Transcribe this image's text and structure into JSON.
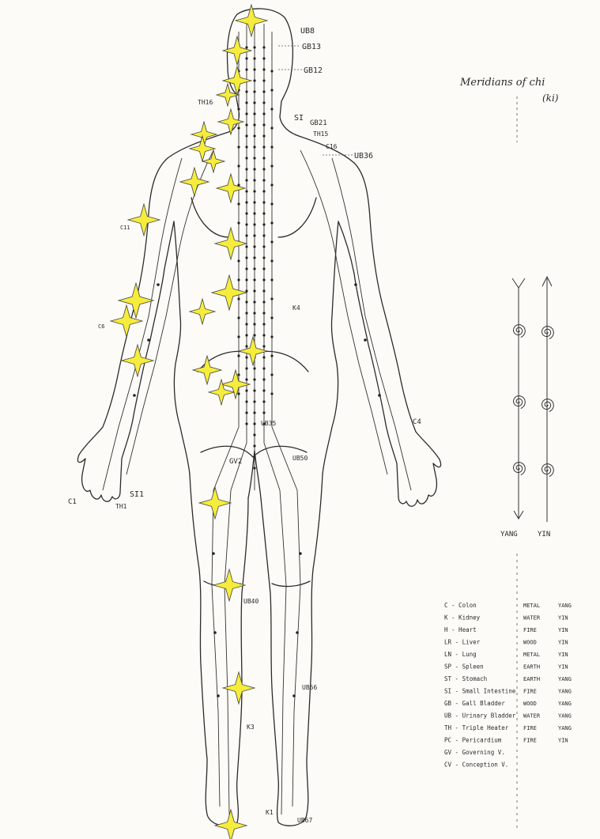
{
  "title": {
    "line1": "Meridians of chi",
    "line2": "(ki)"
  },
  "point_labels": {
    "ub8": "UB8",
    "gb13": "GB13",
    "gb12": "GB12",
    "th16": "TH16",
    "si": "SI",
    "gb21": "GB21",
    "th15": "TH15",
    "c16": "C16",
    "ub36": "UB36",
    "c11": "C11",
    "c6": "C6",
    "k4": "K4",
    "gv2": "GV2",
    "ub35": "UB35",
    "ub50": "UB50",
    "c4": "C4",
    "c1": "C1",
    "th1": "TH1",
    "si1": "SI1",
    "ub40": "UB40",
    "ub56": "UB56",
    "k3": "K3",
    "k1": "K1",
    "ub67": "UB67"
  },
  "flow": {
    "yang": "YANG",
    "yin": "YIN"
  },
  "legend": [
    {
      "abbr": "C",
      "name": "Colon",
      "element": "METAL",
      "polarity": "YANG"
    },
    {
      "abbr": "K",
      "name": "Kidney",
      "element": "WATER",
      "polarity": "YIN"
    },
    {
      "abbr": "H",
      "name": "Heart",
      "element": "FIRE",
      "polarity": "YIN"
    },
    {
      "abbr": "LR",
      "name": "Liver",
      "element": "WOOD",
      "polarity": "YIN"
    },
    {
      "abbr": "LN",
      "name": "Lung",
      "element": "METAL",
      "polarity": "YIN"
    },
    {
      "abbr": "SP",
      "name": "Spleen",
      "element": "EARTH",
      "polarity": "YIN"
    },
    {
      "abbr": "ST",
      "name": "Stomach",
      "element": "EARTH",
      "polarity": "YANG"
    },
    {
      "abbr": "SI",
      "name": "Small Intestine",
      "element": "FIRE",
      "polarity": "YANG"
    },
    {
      "abbr": "GB",
      "name": "Gall Bladder",
      "element": "WOOD",
      "polarity": "YANG"
    },
    {
      "abbr": "UB",
      "name": "Urinary Bladder",
      "element": "WATER",
      "polarity": "YANG"
    },
    {
      "abbr": "TH",
      "name": "Triple Heater",
      "element": "FIRE",
      "polarity": "YANG"
    },
    {
      "abbr": "PC",
      "name": "Pericardium",
      "element": "FIRE",
      "polarity": "YIN"
    },
    {
      "abbr": "GV",
      "name": "Governing V.",
      "element": "",
      "polarity": ""
    },
    {
      "abbr": "CV",
      "name": "Conception V.",
      "element": "",
      "polarity": ""
    }
  ],
  "colors": {
    "star_fill": "#f6ec3c",
    "ink": "#2b2b2b",
    "paper": "#fcfbf7"
  },
  "icons": {
    "marker": "four-point-star-icon",
    "flow": "spiral-icon"
  }
}
